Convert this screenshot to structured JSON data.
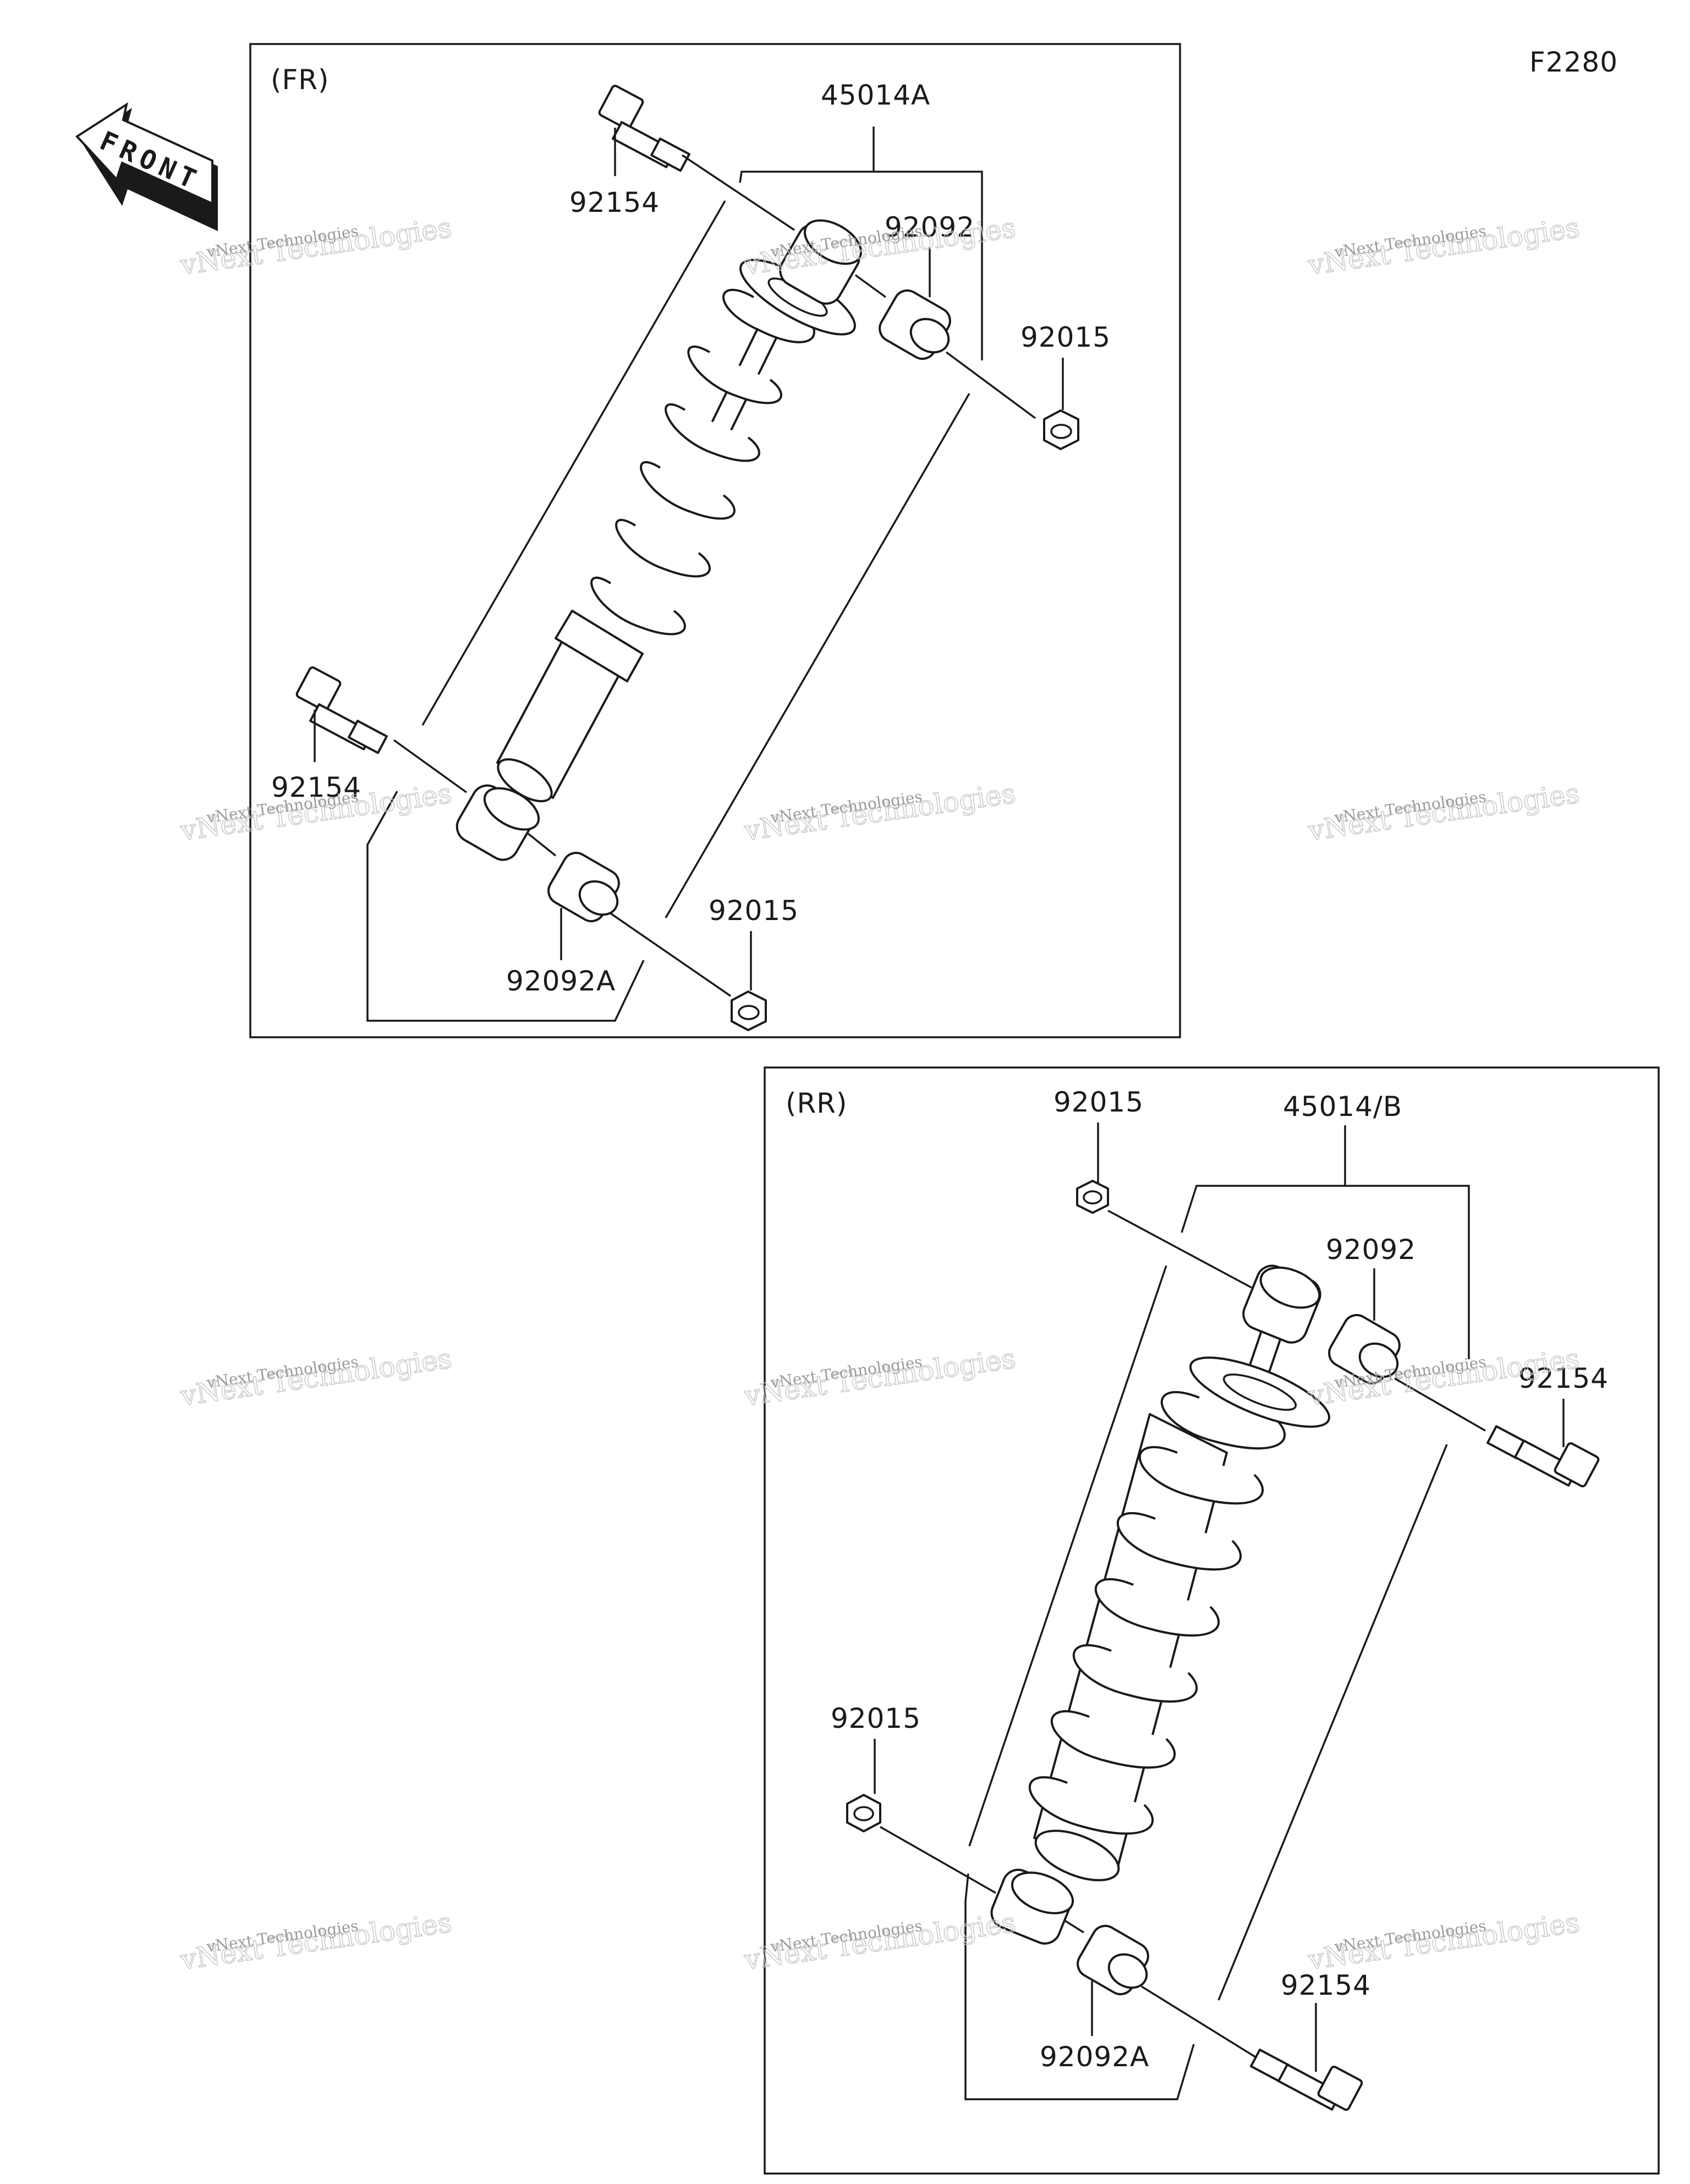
{
  "diagram_code": "F2280",
  "front_arrow_label": "FRONT",
  "watermark": {
    "line1": "vNext Technologies",
    "line2": "vNext Technologies"
  },
  "front_section": {
    "title": "(FR)",
    "labels": {
      "assembly": "45014A",
      "bolt_top": "92154",
      "bushing_top": "92092",
      "nut_top": "92015",
      "bolt_bottom": "92154",
      "bushing_bottom": "92092A",
      "nut_bottom": "92015"
    }
  },
  "rear_section": {
    "title": "(RR)",
    "labels": {
      "nut_top": "92015",
      "assembly": "45014/B",
      "bushing_top": "92092",
      "bolt_top": "92154",
      "nut_bottom": "92015",
      "bolt_bottom": "92154",
      "bushing_bottom": "92092A"
    }
  }
}
